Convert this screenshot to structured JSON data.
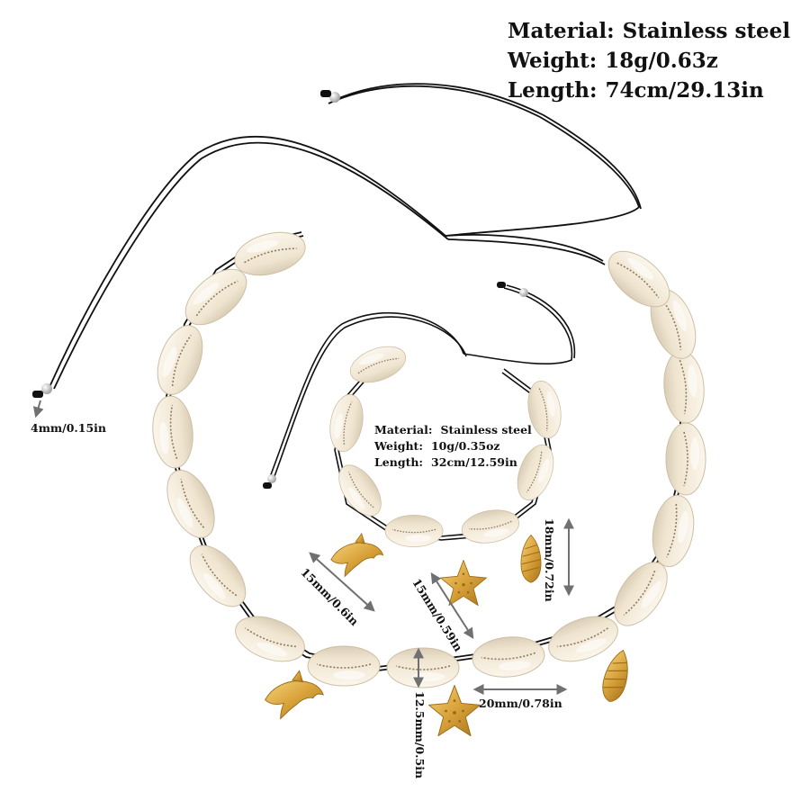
{
  "necklace_specs": {
    "material": {
      "label": "Material:",
      "value": "Stainless steel"
    },
    "weight": {
      "label": "Weight:",
      "value": "18g/0.63z"
    },
    "length": {
      "label": "Length:",
      "value": "74cm/29.13in"
    }
  },
  "bracelet_specs": {
    "material": {
      "label": "Material:",
      "value": "Stainless steel"
    },
    "weight": {
      "label": "Weight:",
      "value": "10g/0.35oz"
    },
    "length": {
      "label": "Length:",
      "value": "32cm/12.59in"
    }
  },
  "dimensions": {
    "bead": "4mm/0.15in",
    "bracelet_dolphin": "15mm/0.6in",
    "bracelet_starfish": "15mm/0.59in",
    "bracelet_conch": "18mm/0.72in",
    "shell_height": "12.5mm/0.5in",
    "shell_width": "20mm/0.78in"
  },
  "colors": {
    "background": "#ffffff",
    "cord": "#111111",
    "shell": "#f3ead8",
    "shell_shadow": "#d9cdb6",
    "gold": "#d8a23a",
    "bead": "#cfcfcf"
  }
}
